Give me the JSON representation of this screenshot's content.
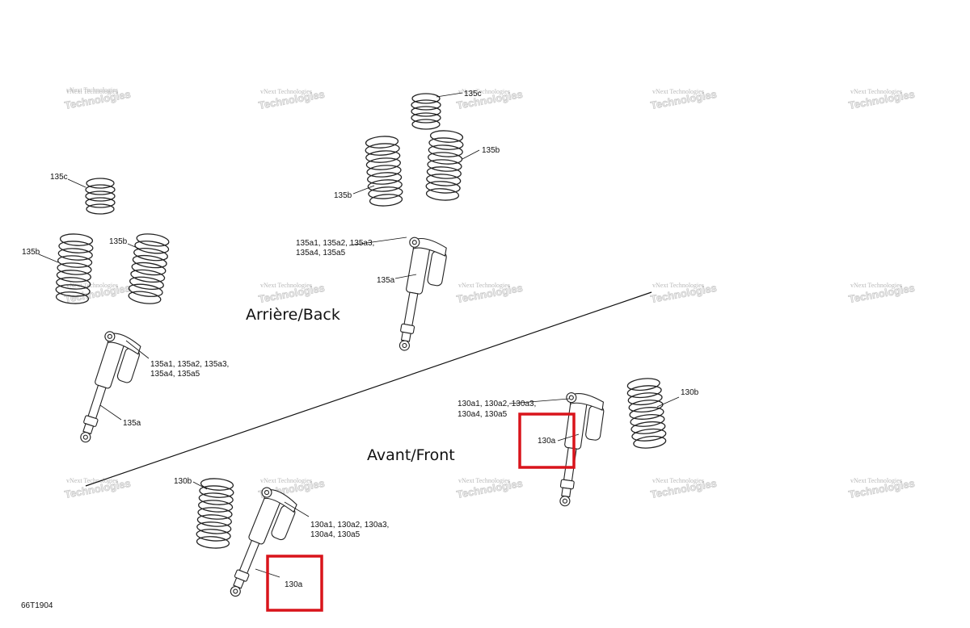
{
  "watermark": {
    "line1": "vNext Technologies",
    "line2": "Technologies"
  },
  "sections": {
    "rear": "Arrière/Back",
    "front": "Avant/Front"
  },
  "figure_id": "66T1904",
  "labels": {
    "l135c_top": "135c",
    "l135b_top_right": "135b",
    "l135b_top_left": "135b",
    "l135a_multi_top_1": "135a1, 135a2, 135a3,",
    "l135a_multi_top_2": "135a4, 135a5",
    "l135a_top": "135a",
    "l135c_left": "135c",
    "l135b_left": "135b",
    "l135b_left2": "135b",
    "l135a_multi_left_1": "135a1, 135a2, 135a3,",
    "l135a_multi_left_2": "135a4, 135a5",
    "l135a_left": "135a",
    "l130a_multi_right_1": "130a1, 130a2, 130a3,",
    "l130a_multi_right_2": "130a4, 130a5",
    "l130b_right": "130b",
    "l130a_right": "130a",
    "l130b_bottom": "130b",
    "l130a_multi_bottom_1": "130a1, 130a2, 130a3,",
    "l130a_multi_bottom_2": "130a4, 130a5",
    "l130a_bottom": "130a"
  },
  "highlight_color": "#d9141b"
}
